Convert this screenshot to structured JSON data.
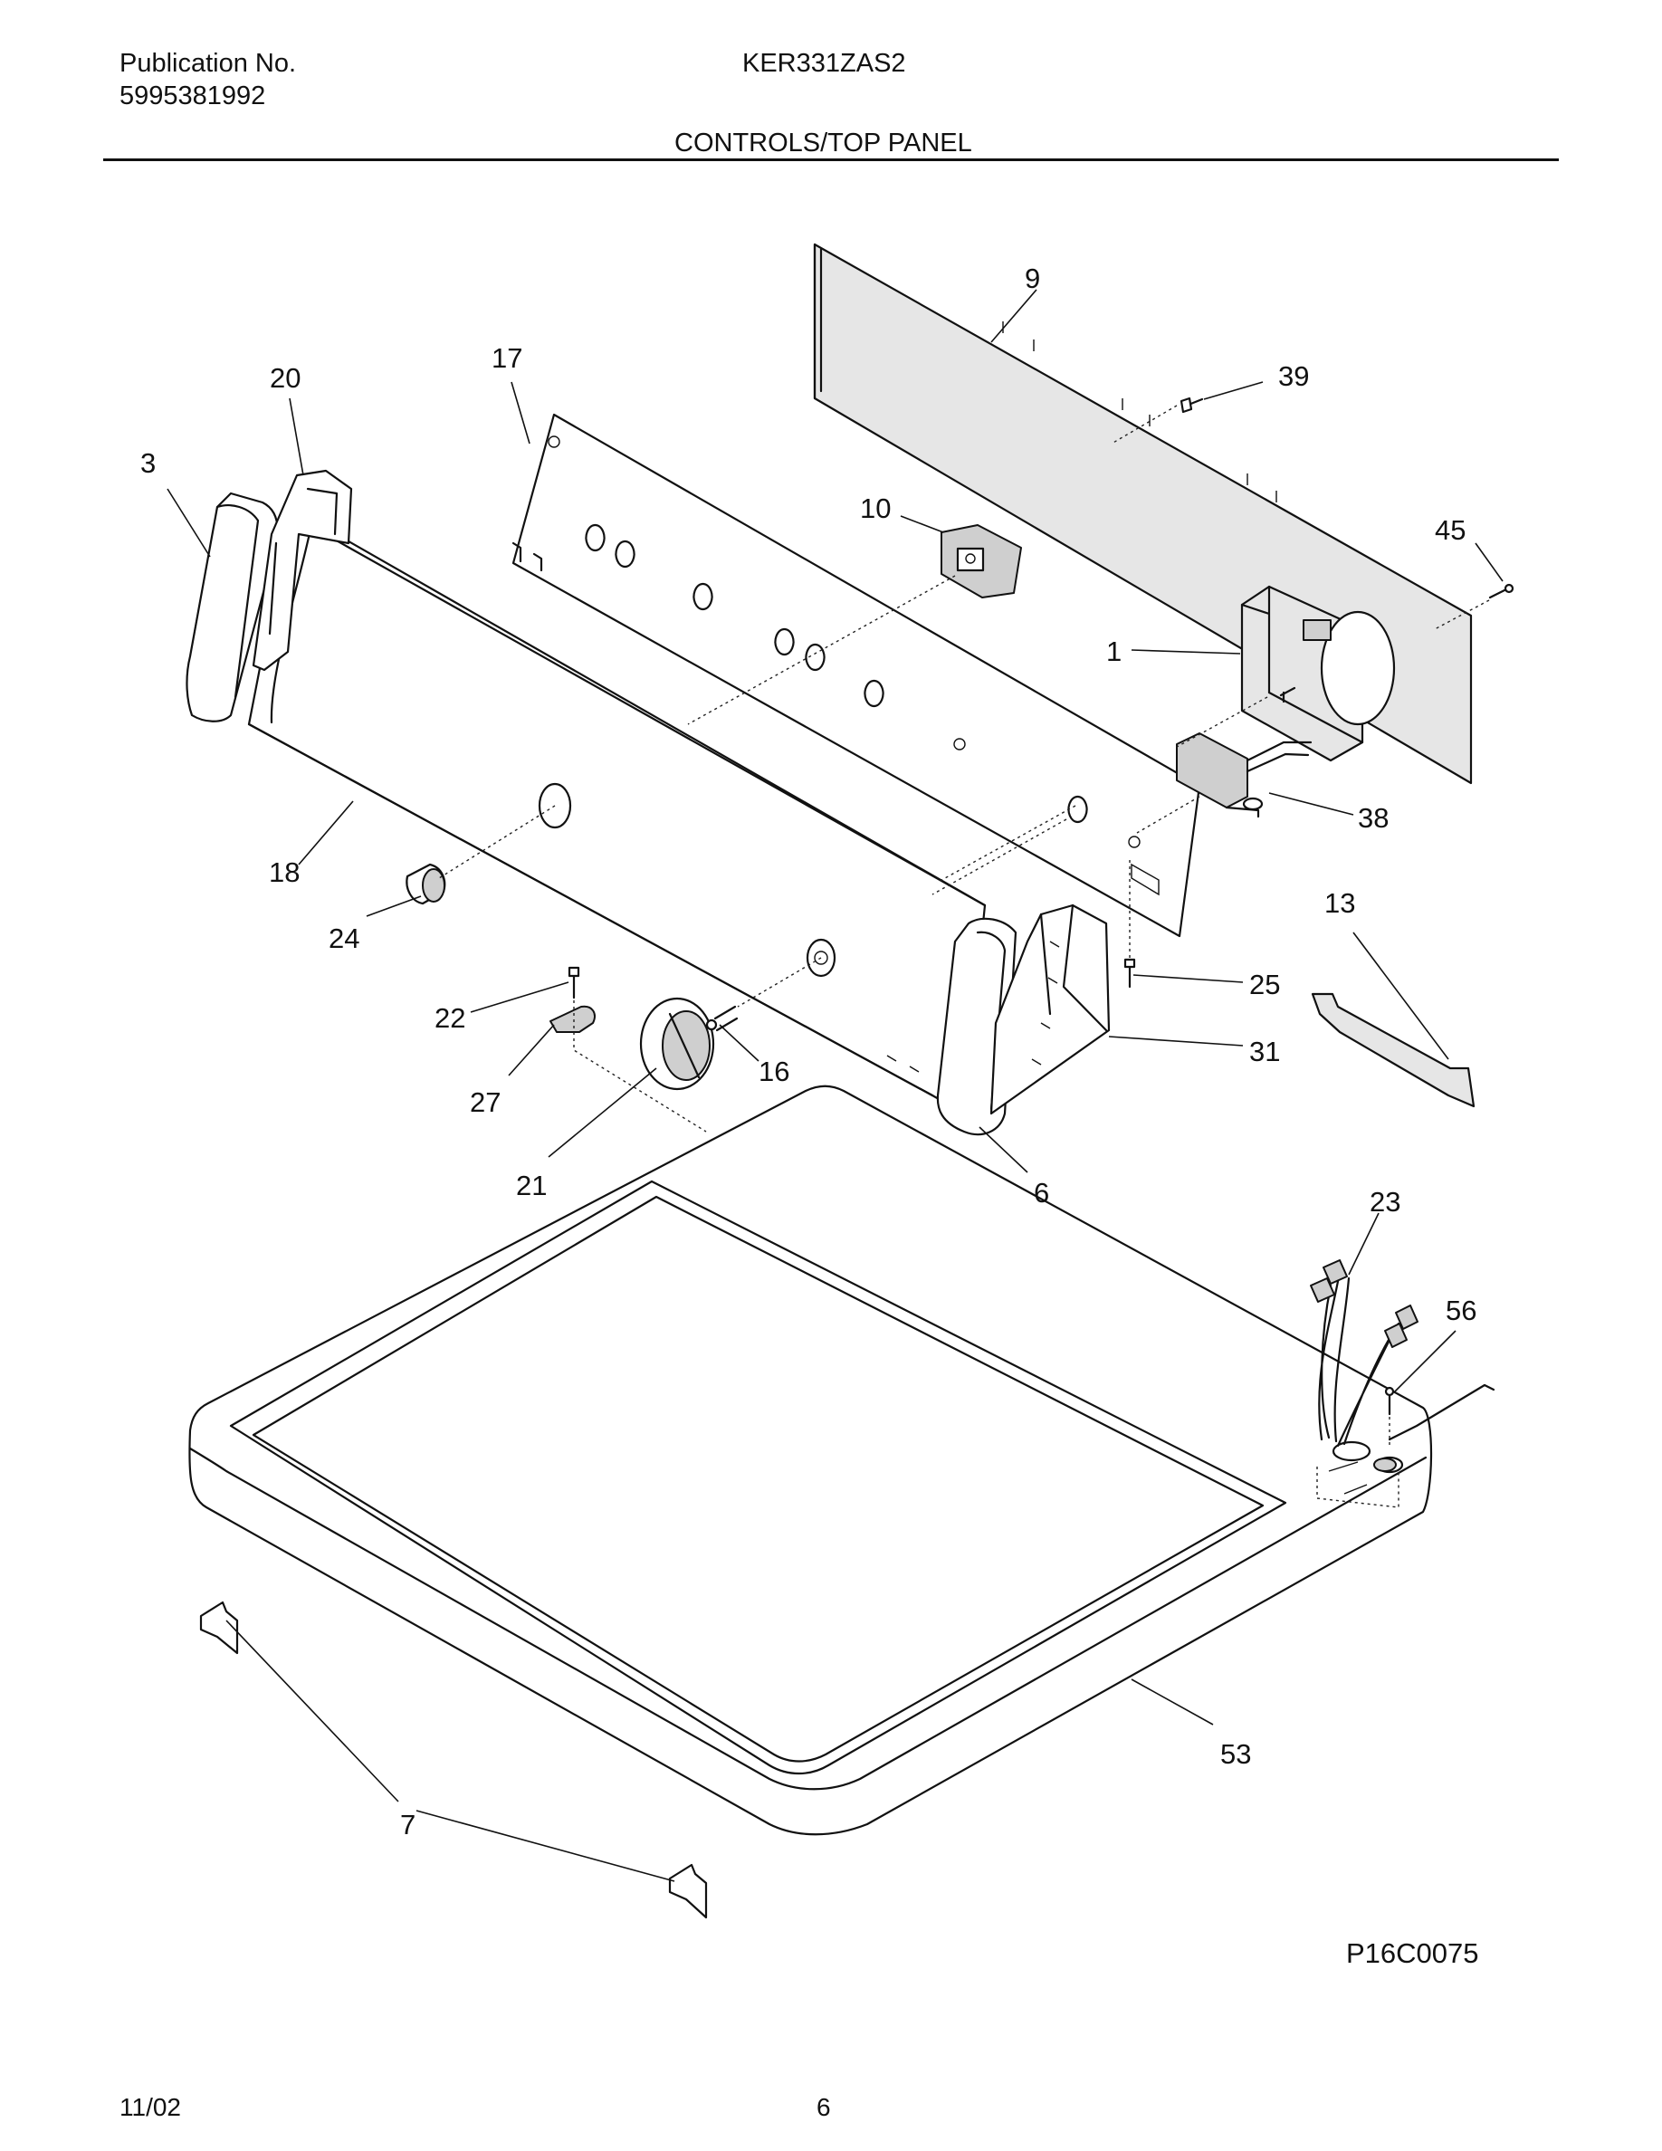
{
  "header": {
    "publication_label": "Publication No.",
    "publication_number": "5995381992",
    "model": "KER331ZAS2",
    "section_title": "CONTROLS/TOP PANEL"
  },
  "callouts": [
    "9",
    "39",
    "17",
    "20",
    "3",
    "10",
    "45",
    "1",
    "38",
    "18",
    "24",
    "13",
    "25",
    "22",
    "31",
    "16",
    "27",
    "21",
    "6",
    "23",
    "56",
    "53",
    "7"
  ],
  "drawing_code": "P16C0075",
  "footer": {
    "date": "11/02",
    "page": "6"
  }
}
